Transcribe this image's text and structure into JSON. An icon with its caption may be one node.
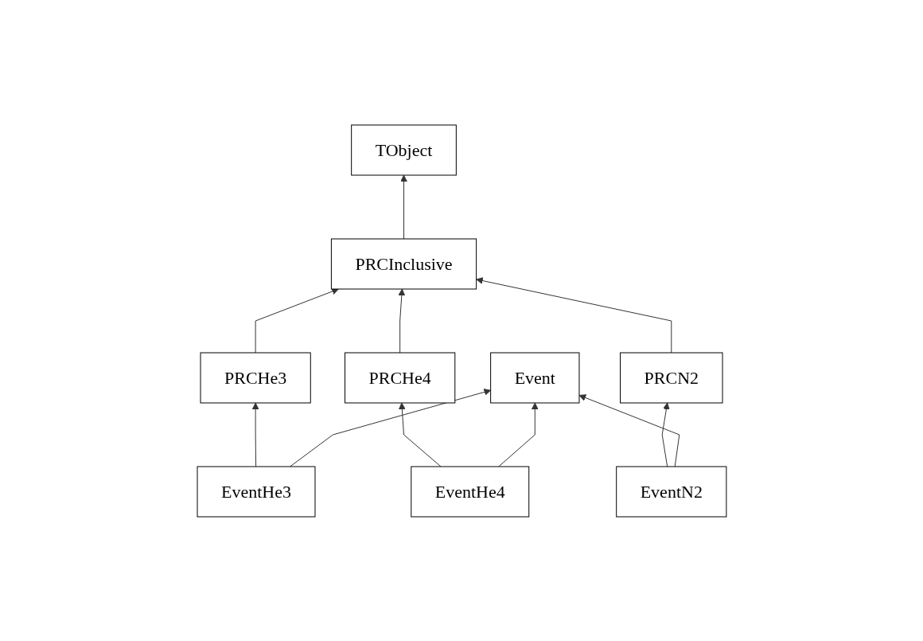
{
  "diagram": {
    "nodes": [
      {
        "text": [
          "TObject"
        ]
      },
      {
        "text": [
          "PRCInclusive"
        ]
      },
      {
        "text": [
          "PRCHe3"
        ]
      },
      {
        "text": [
          "PRCHe4"
        ]
      },
      {
        "text": [
          "PRCN2"
        ]
      },
      {
        "text": [
          "Event"
        ]
      },
      {
        "text": [
          "EventHe3"
        ]
      },
      {
        "text": [
          "EventHe4"
        ]
      },
      {
        "text": [
          "EventN2"
        ]
      }
    ],
    "edges": [
      {
        "from": 1,
        "to": 0,
        "arrow": "to"
      },
      {
        "from": 2,
        "to": 1,
        "arrow": "to"
      },
      {
        "from": 3,
        "to": 1,
        "arrow": "to"
      },
      {
        "from": 4,
        "to": 1,
        "arrow": "to"
      },
      {
        "from": 6,
        "to": 2,
        "arrow": "to"
      },
      {
        "from": 7,
        "to": 3,
        "arrow": "to"
      },
      {
        "from": 8,
        "to": 4,
        "arrow": "to"
      },
      {
        "from": 6,
        "to": 5,
        "arrow": "to"
      },
      {
        "from": 7,
        "to": 5,
        "arrow": "to"
      },
      {
        "from": 8,
        "to": 5,
        "arrow": "to"
      }
    ]
  }
}
